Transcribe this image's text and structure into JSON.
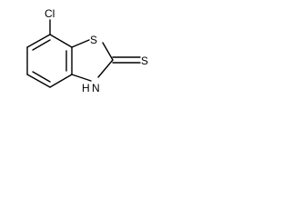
{
  "structure": {
    "atoms": {
      "chlorine": "Cl",
      "ring_sulfur": "S",
      "thione_sulfur": "S",
      "ring_nitrogen": "N",
      "nitrogen_hydrogen": "H"
    },
    "colors": {
      "bond": "#000000",
      "label": "#000000",
      "background": "#ffffff"
    }
  }
}
